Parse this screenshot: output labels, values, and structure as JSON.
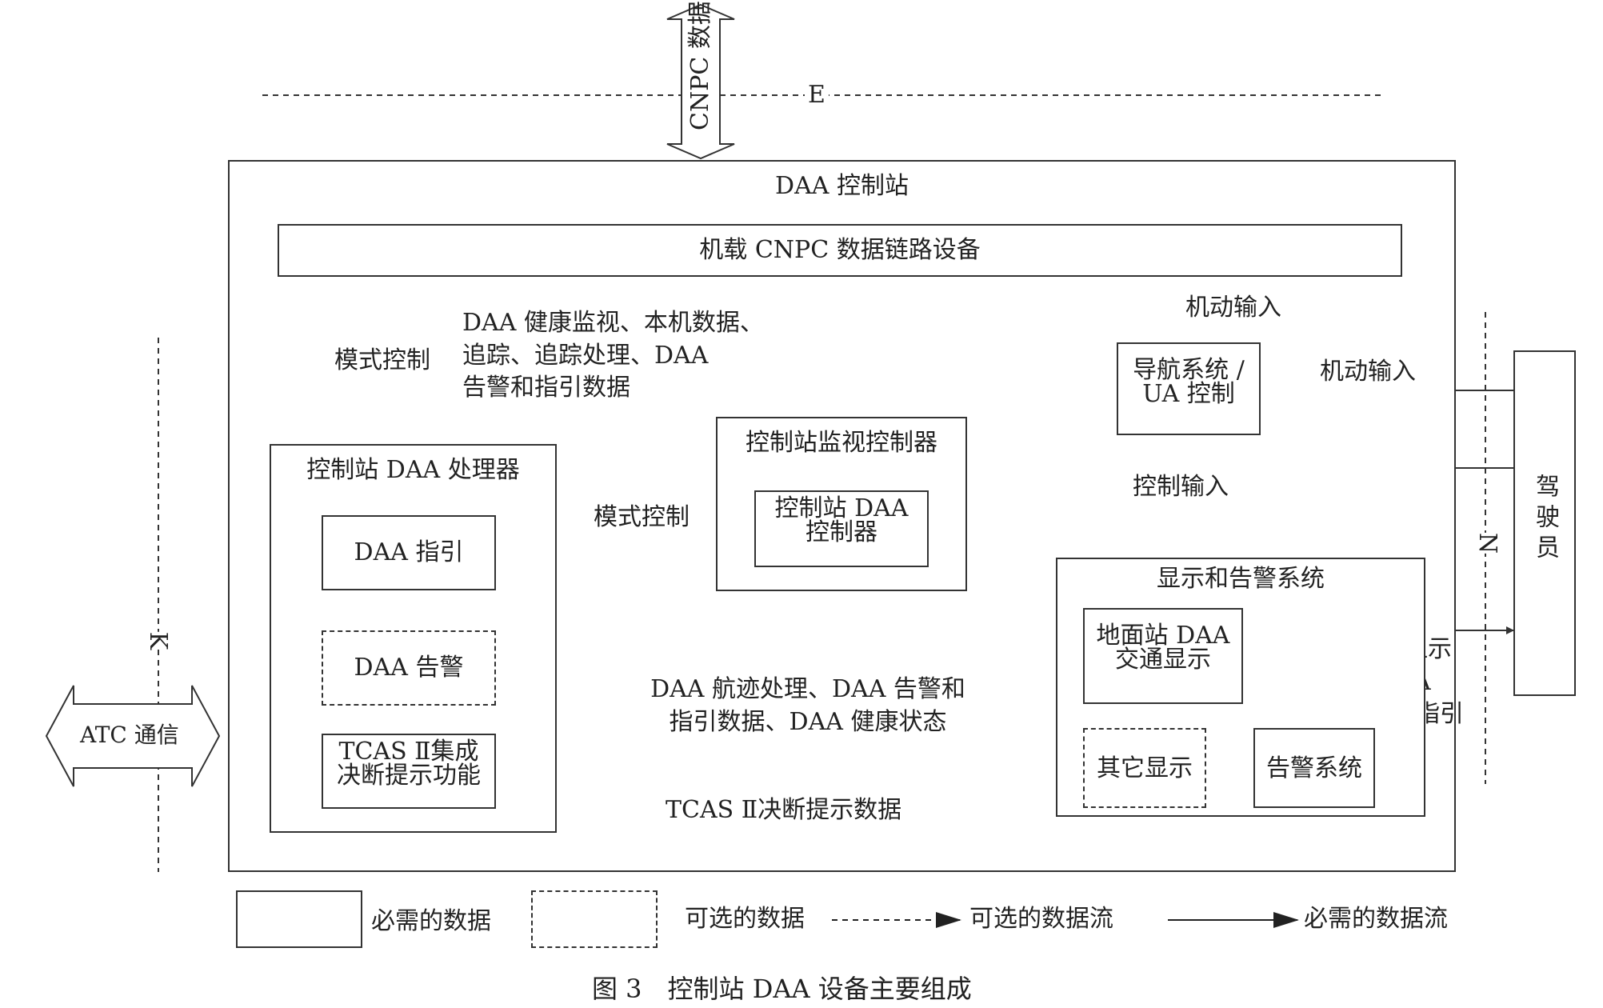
{
  "cnpc": {
    "label": "CNPC 数据",
    "boundary": "E"
  },
  "station": {
    "title": "DAA 控制站"
  },
  "datalink": {
    "label": "机载 CNPC 数据链路设备"
  },
  "flows": {
    "mode_control_up": "模式控制",
    "daa_data_down": "DAA 健康监视、本机数据、\n追踪、追踪处理、DAA\n告警和指引数据",
    "maneuver_up": "机动输入",
    "maneuver_pilot": "机动输入",
    "control_input": "控制输入",
    "mode_control_left": "模式控制",
    "track_data": "DAA 航迹处理、DAA 告警和\n指引数据、DAA 健康状态",
    "tcas_data": "TCAS Ⅱ决断提示数据",
    "traffic_display": "交通显示\nDAA\n告警和指引"
  },
  "nav": {
    "label": "导航系统 /\nUA 控制"
  },
  "processor": {
    "title": "控制站 DAA 处理器",
    "guidance": "DAA 指引",
    "alert": "DAA 告警",
    "tcas": "TCAS Ⅱ集成\n决断提示功能"
  },
  "monitor": {
    "title": "控制站监视控制器",
    "inner": "控制站 DAA\n控制器"
  },
  "display": {
    "title": "显示和告警系统",
    "traffic": "地面站 DAA\n交通显示",
    "other": "其它显示",
    "alert": "告警系统"
  },
  "pilot": {
    "label": "驾驶员",
    "boundary": "N"
  },
  "atc": {
    "label": "ATC 通信",
    "boundary": "K"
  },
  "legend": {
    "required_data": "必需的数据",
    "optional_data": "可选的数据",
    "optional_flow": "可选的数据流",
    "required_flow": "必需的数据流"
  },
  "caption": "图 3　控制站 DAA 设备主要组成",
  "colors": {
    "line": "#333333",
    "text": "#222222",
    "background": "#ffffff"
  }
}
